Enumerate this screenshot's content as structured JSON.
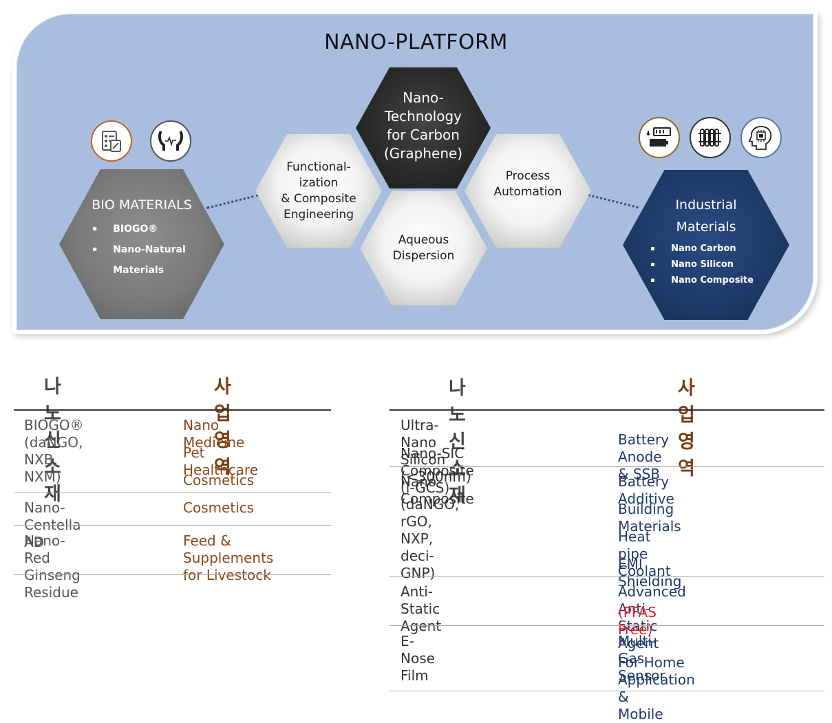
{
  "platform": {
    "title": "NANO-PLATFORM",
    "center": "Nano-\nTechnology\nfor Carbon\n(Graphene)",
    "functionalization": "Functional-\nization\n& Composite\nEngineering",
    "process": "Process\nAutomation",
    "aqueous": "Aqueous\nDispersion",
    "bio": {
      "title": "BIO MATERIALS",
      "items": [
        "BIOGO®",
        "Nano-Natural\nMaterials"
      ]
    },
    "industrial": {
      "title": "Industrial\nMaterials",
      "items": [
        "Nano Carbon",
        "Nano Silicon",
        "Nano Composite"
      ]
    },
    "icons_left": [
      "lab-clipboard-icon",
      "heartbeat-hands-icon"
    ],
    "icons_right": [
      "battery-charge-icon",
      "radiator-icon",
      "ai-brain-chip-icon"
    ],
    "colors": {
      "panel": "#a9bedf",
      "dark_hex": "#2b2b2b",
      "gray_hex": "#7a7a7a",
      "navy_hex": "#1f3a68",
      "icon_orange": "#c0622a",
      "icon_gray": "#555555",
      "icon_blue": "#5577aa"
    }
  },
  "left_table": {
    "header_material": "나노 신소재",
    "header_business": "사업영역",
    "rows": [
      {
        "material": "BIOGO®\n(daNGO, NXB, NXM)",
        "business": [
          "Nano Medicine",
          "Pet Healthcare",
          "Cosmetics"
        ]
      },
      {
        "material": "Nano-Centella AD",
        "business": [
          "Cosmetics"
        ]
      },
      {
        "material": "Nano-Red Ginseng\nResidue",
        "business": [
          "Feed & Supplements\nfor Livestock"
        ]
      }
    ]
  },
  "right_table": {
    "header_material": "나노 신소재",
    "header_business": "사업영역",
    "rows": [
      {
        "material": [
          "Ultra-Nano Silicon (<300nm)",
          "Nano-SIC Composite (i-GCS)"
        ],
        "business": [
          "Battery Anode & SSB"
        ]
      },
      {
        "material": [
          "Nano Composite",
          "(daNGO, rGO, NXP, deci-\nGNP)"
        ],
        "business": [
          "Battery Additive",
          "Building Materials",
          "Heat pipe Coolant",
          "EMI Shielding"
        ]
      },
      {
        "material": [
          "Anti-Static Agent"
        ],
        "business": [
          "Advanced Anti-Static Agent"
        ],
        "note": "(PFAS Free)"
      },
      {
        "material": [
          "E-Nose Film"
        ],
        "business": [
          "Multi-Gas Sensor",
          "For Home Application  &\nMobile"
        ]
      }
    ]
  }
}
